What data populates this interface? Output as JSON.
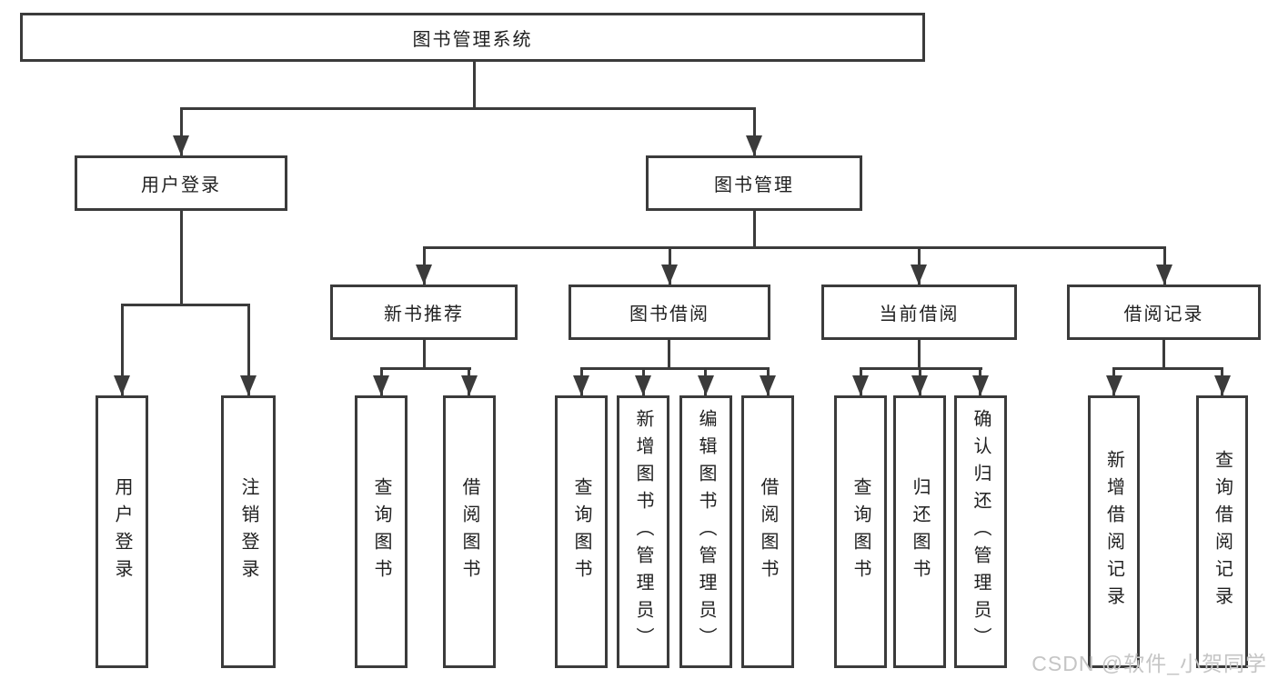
{
  "colors": {
    "line": "#3b3b3b",
    "text": "#212121",
    "background": "#ffffff",
    "watermark": "#c5c5c5"
  },
  "tree": {
    "root": {
      "label": "图书管理系统"
    },
    "branches": [
      {
        "label": "用户登录",
        "children": [
          {
            "label": "用户登录"
          },
          {
            "label": "注销登录"
          }
        ]
      },
      {
        "label": "图书管理",
        "children": [
          {
            "label": "新书推荐",
            "children": [
              {
                "label": "查询图书"
              },
              {
                "label": "借阅图书"
              }
            ]
          },
          {
            "label": "图书借阅",
            "children": [
              {
                "label": "查询图书"
              },
              {
                "label": "新增图书（管理员）"
              },
              {
                "label": "编辑图书（管理员）"
              },
              {
                "label": "借阅图书"
              }
            ]
          },
          {
            "label": "当前借阅",
            "children": [
              {
                "label": "查询图书"
              },
              {
                "label": "归还图书"
              },
              {
                "label": "确认归还（管理员）"
              }
            ]
          },
          {
            "label": "借阅记录",
            "children": [
              {
                "label": "新增借阅记录"
              },
              {
                "label": "查询借阅记录"
              }
            ]
          }
        ]
      }
    ]
  },
  "watermark": {
    "text": "CSDN @软件_小贺同学"
  }
}
